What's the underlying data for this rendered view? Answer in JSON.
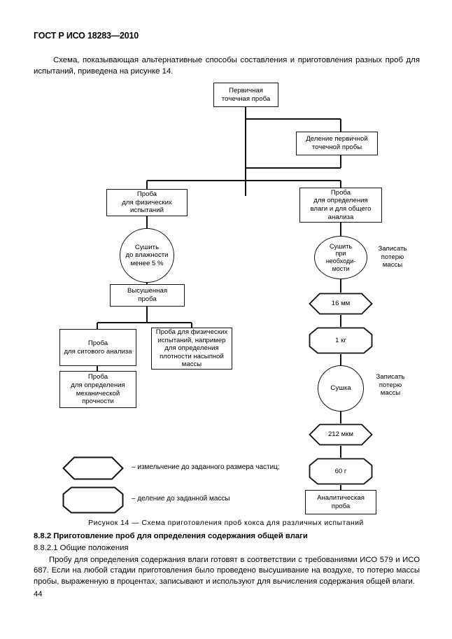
{
  "header": {
    "standard": "ГОСТ Р ИСО 18283—2010"
  },
  "intro": {
    "text": "Схема, показывающая альтернативные способы составления и приготовления разных проб для испытаний, приведена на рисунке 14."
  },
  "chart_data": {
    "type": "diagram",
    "title": "Схема приготовления проб кокса для различных испытаний",
    "nodes": [
      {
        "id": "n1",
        "shape": "rect",
        "label": "Первичная\nточечная проба"
      },
      {
        "id": "n2",
        "shape": "rect",
        "label": "Деление первичной\nточечной пробы"
      },
      {
        "id": "n3",
        "shape": "rect",
        "label": "Проба\nдля физических\nиспытаний"
      },
      {
        "id": "n4",
        "shape": "circle",
        "label": "Сушить\nдо влажности\nменее 5 %"
      },
      {
        "id": "n5",
        "shape": "rect",
        "label": "Высушенная\nпроба"
      },
      {
        "id": "n6",
        "shape": "rect",
        "label": "Проба\nдля ситового анализа"
      },
      {
        "id": "n7",
        "shape": "rect",
        "label": "Проба\nдля определения\nмеханической\nпрочности"
      },
      {
        "id": "n8",
        "shape": "rect",
        "label": "Проба для физических\nиспытаний, например\nдля определения\nплотности насыпной\nмассы"
      },
      {
        "id": "n9",
        "shape": "rect",
        "label": "Проба\nдля определения\nвлаги и для общего\nанализа"
      },
      {
        "id": "n10",
        "shape": "circle",
        "label": "Сушить\nпри\nнеобходи-\nмости"
      },
      {
        "id": "n11",
        "shape": "hexagon",
        "label": "16 мм"
      },
      {
        "id": "n12",
        "shape": "octagon",
        "label": "1 кг"
      },
      {
        "id": "n13",
        "shape": "circle",
        "label": "Сушка"
      },
      {
        "id": "n14",
        "shape": "hexagon",
        "label": "212 мкм"
      },
      {
        "id": "n15",
        "shape": "octagon",
        "label": "60 г"
      },
      {
        "id": "n16",
        "shape": "rect",
        "label": "Аналитическая\nпроба"
      }
    ],
    "annotations": [
      {
        "id": "a1",
        "label": "Записать\nпотерю\nмассы",
        "near": "n10"
      },
      {
        "id": "a2",
        "label": "Записать\nпотерю\nмассы",
        "near": "n13"
      }
    ],
    "legend": [
      {
        "shape": "hexagon",
        "label": "– измельчение до заданного размера частиц;"
      },
      {
        "shape": "octagon",
        "label": "– деление до заданной массы"
      }
    ]
  },
  "caption": {
    "text": "Рисунок 14 — Схема приготовления проб кокса для различных испытаний"
  },
  "sections": {
    "h3": "8.8.2 Приготовление проб для определения содержания общей влаги",
    "h4": "8.8.2.1 Общие положения",
    "paragraph": "Пробу для определения содержания влаги готовят в соответствии с требованиями ИСО 579 и ИСО 687. Если на любой стадии приготовления было проведено высушивание на воздухе, то потерю массы пробы, выраженную в процентах, записывают и используют для вычисления содержания общей влаги."
  },
  "footer": {
    "page_number": "44"
  }
}
